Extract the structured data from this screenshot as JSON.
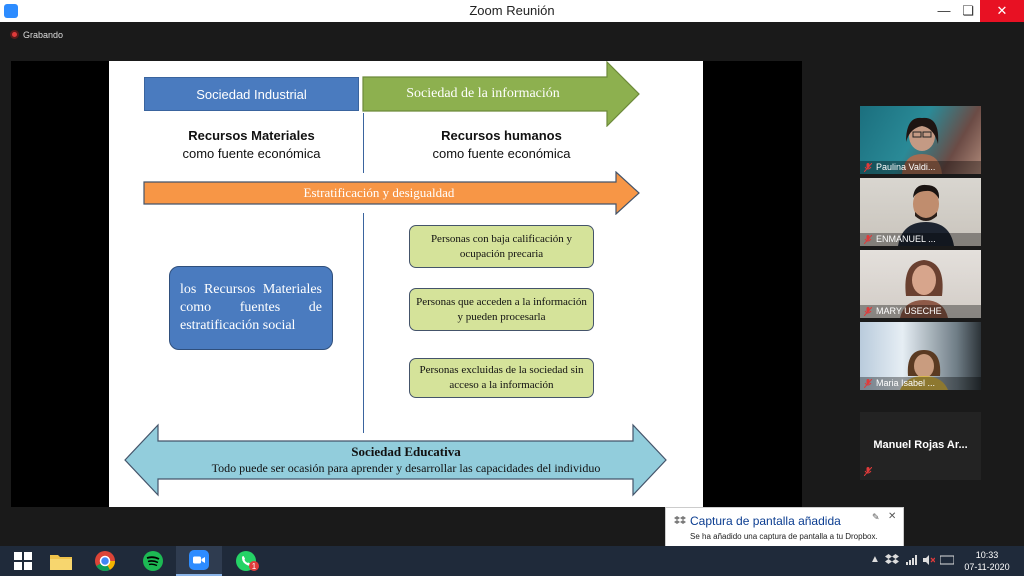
{
  "window": {
    "title": "Zoom Reunión",
    "recording_label": "Grabando"
  },
  "slide": {
    "header_left": "Sociedad Industrial",
    "header_right": "Sociedad de la información",
    "left_col_bold": "Recursos Materiales",
    "left_col_text": "como fuente económica",
    "right_col_bold": "Recursos humanos",
    "right_col_text": "como fuente económica",
    "middle_arrow": "Estratificación y desigualdad",
    "blue_box": "los Recursos Materiales como fuentes de estratificación social",
    "green_boxes": [
      "Personas con baja calificación y ocupación precaria",
      "Personas que acceden a la información y pueden procesarla",
      "Personas excluidas  de la sociedad sin acceso a la información"
    ],
    "bottom_title": "Sociedad Educativa",
    "bottom_text": "Todo puede ser ocasión para aprender y desarrollar las capacidades del individuo"
  },
  "participants": [
    {
      "name": "Paulina Valdi...",
      "muted": true
    },
    {
      "name": "ENMANUEL ...",
      "muted": true
    },
    {
      "name": "MARY USECHE",
      "muted": true
    },
    {
      "name": "Maria Isabel ...",
      "muted": true
    },
    {
      "name": "Manuel Rojas Ar...",
      "muted": true
    }
  ],
  "toast": {
    "title": "Captura de pantalla añadida",
    "message": "Se ha añadido una captura de pantalla a tu Dropbox."
  },
  "taskbar": {
    "time": "10:33",
    "date": "07-11-2020",
    "whatsapp_badge": "1"
  },
  "colors": {
    "slide_blue": "#4a7bbf",
    "slide_green": "#8db04f",
    "slide_orange": "#f79646",
    "slide_teal": "#92cddc",
    "close_red": "#e81123",
    "zoom_blue": "#2d8cff"
  }
}
